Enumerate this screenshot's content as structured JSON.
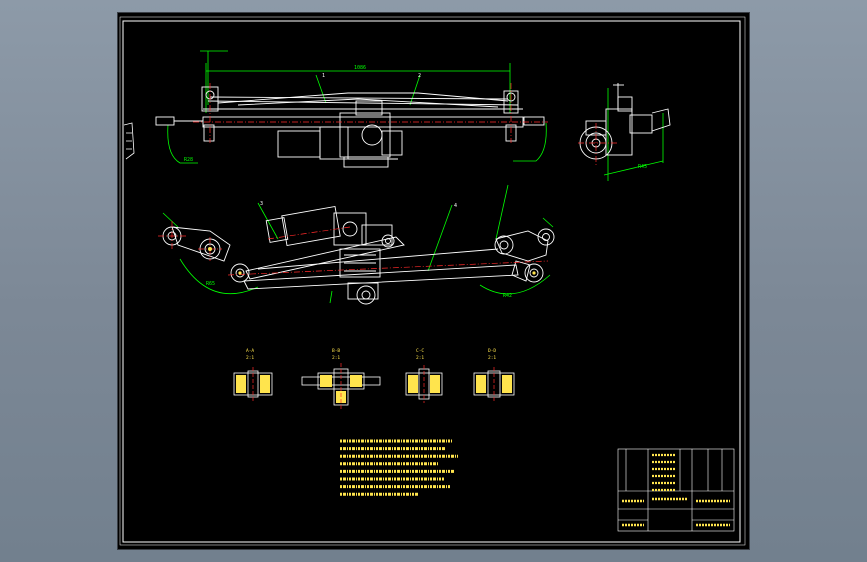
{
  "drawing": {
    "section_labels": [
      {
        "id": "A-A",
        "scale": "2:1"
      },
      {
        "id": "B-B",
        "scale": "2:1"
      },
      {
        "id": "C-C",
        "scale": "2:1"
      },
      {
        "id": "D-D",
        "scale": "2:1"
      }
    ],
    "part_callouts": [
      "1",
      "2",
      "3",
      "4"
    ],
    "notes_line_count": 8,
    "colors": {
      "background": "#000000",
      "outline": "#ffffff",
      "dimension": "#00ff00",
      "hatch": "#ffff00",
      "center_line": "#ff2a2a",
      "part_fill": "#ffe44d"
    }
  }
}
